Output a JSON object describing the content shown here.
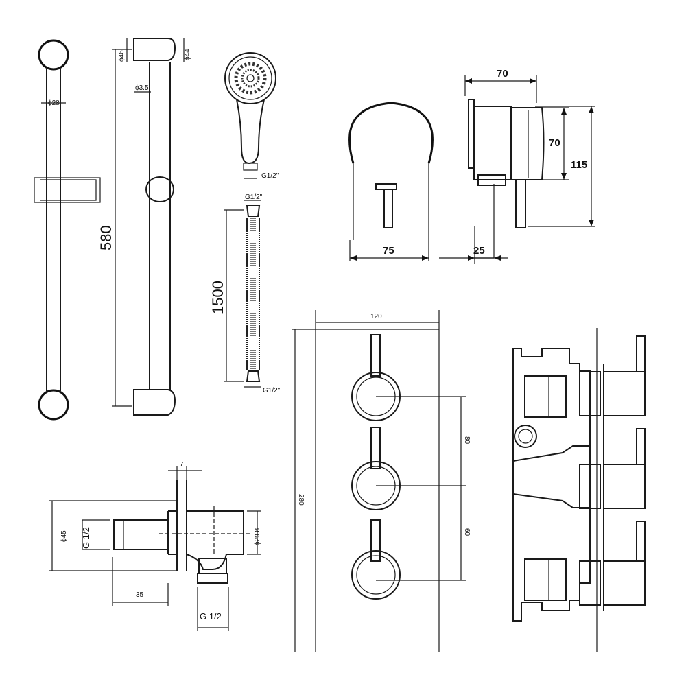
{
  "rail": {
    "dia_28": "ϕ28",
    "dia_46": "ϕ46",
    "dia_44": "ϕ44",
    "dia_35": "ϕ3.5",
    "length": "580"
  },
  "handset": {
    "thread": "G1/2\""
  },
  "hose": {
    "thread_top": "G1/2\"",
    "thread_bottom": "G1/2\"",
    "length": "1500"
  },
  "elbow": {
    "dim_7": "7",
    "dim_45": "ϕ45",
    "dim_g12_side": "G 1/2",
    "dim_298": "ϕ29.8",
    "dim_35": "35",
    "dim_g12_bottom": "G 1/2"
  },
  "single_valve": {
    "width_75": "75",
    "depth_70": "70",
    "knob_70": "70",
    "height_115": "115",
    "plate_25": "25"
  },
  "triple_valve": {
    "width_120": "120",
    "height_280": "280",
    "spacing_80": "80",
    "spacing_60": "60"
  }
}
